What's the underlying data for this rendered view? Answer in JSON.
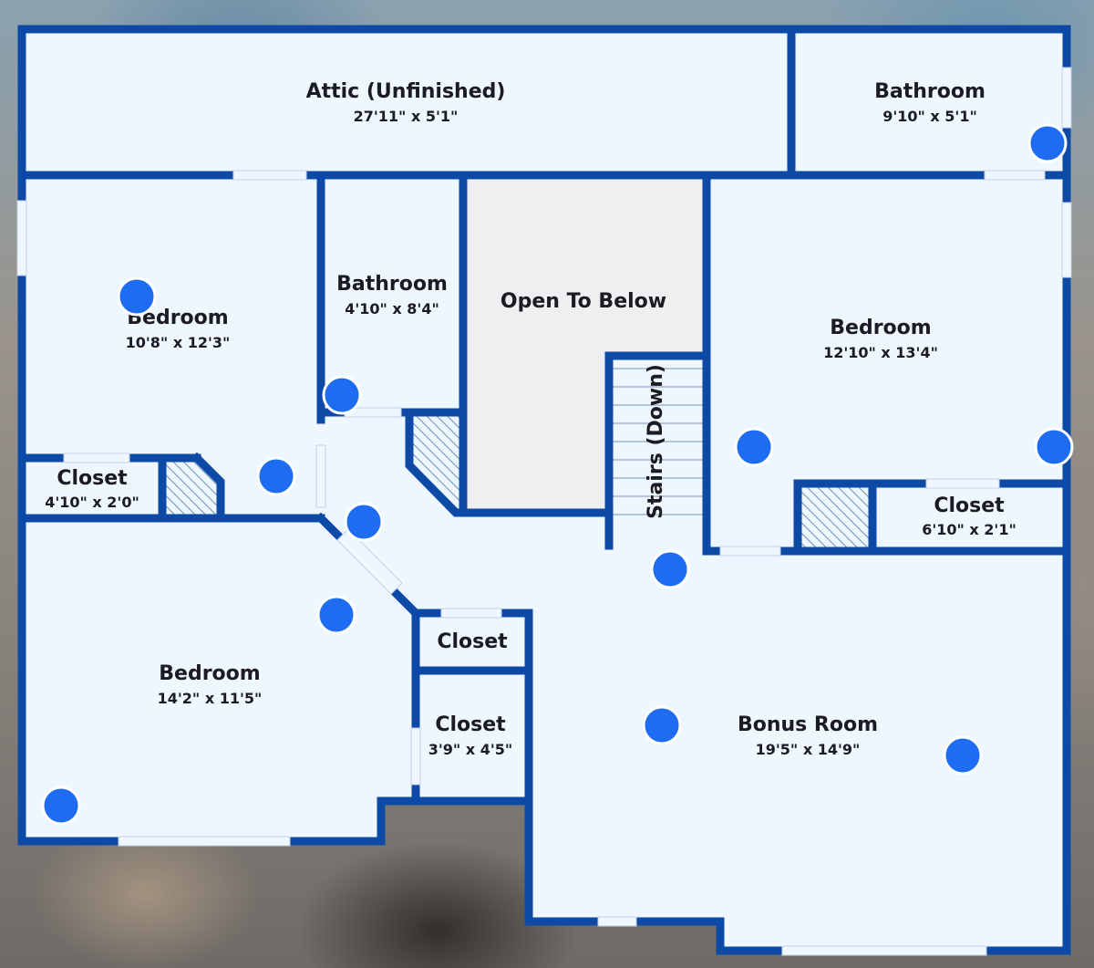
{
  "colors": {
    "wall": "#0d4aa5",
    "floor": "#eef6ff",
    "open_area": "#efeff2",
    "marker": "#1d6cf2"
  },
  "rooms": {
    "attic": {
      "name": "Attic (Unfinished)",
      "dim": "27'11\" x 5'1\""
    },
    "bath_top_right": {
      "name": "Bathroom",
      "dim": "9'10\" x 5'1\""
    },
    "bedroom_top_left": {
      "name": "Bedroom",
      "dim": "10'8\" x 12'3\""
    },
    "bath_mid": {
      "name": "Bathroom",
      "dim": "4'10\" x 8'4\""
    },
    "open_to_below": {
      "name": "Open To Below"
    },
    "stairs": {
      "name": "Stairs (Down)"
    },
    "bedroom_right": {
      "name": "Bedroom",
      "dim": "12'10\" x 13'4\""
    },
    "closet_left": {
      "name": "Closet",
      "dim": "4'10\" x 2'0\""
    },
    "closet_right": {
      "name": "Closet",
      "dim": "6'10\" x 2'1\""
    },
    "closet_small": {
      "name": "Closet"
    },
    "closet_lower": {
      "name": "Closet",
      "dim": "3'9\" x 4'5\""
    },
    "bedroom_bottom_left": {
      "name": "Bedroom",
      "dim": "14'2\" x 11'5\""
    },
    "bonus_room": {
      "name": "Bonus Room",
      "dim": "19'5\" x 14'9\""
    }
  },
  "markers": [
    "photo-marker",
    "photo-marker",
    "photo-marker",
    "photo-marker",
    "photo-marker",
    "photo-marker",
    "photo-marker",
    "photo-marker",
    "photo-marker",
    "photo-marker",
    "photo-marker",
    "photo-marker"
  ]
}
